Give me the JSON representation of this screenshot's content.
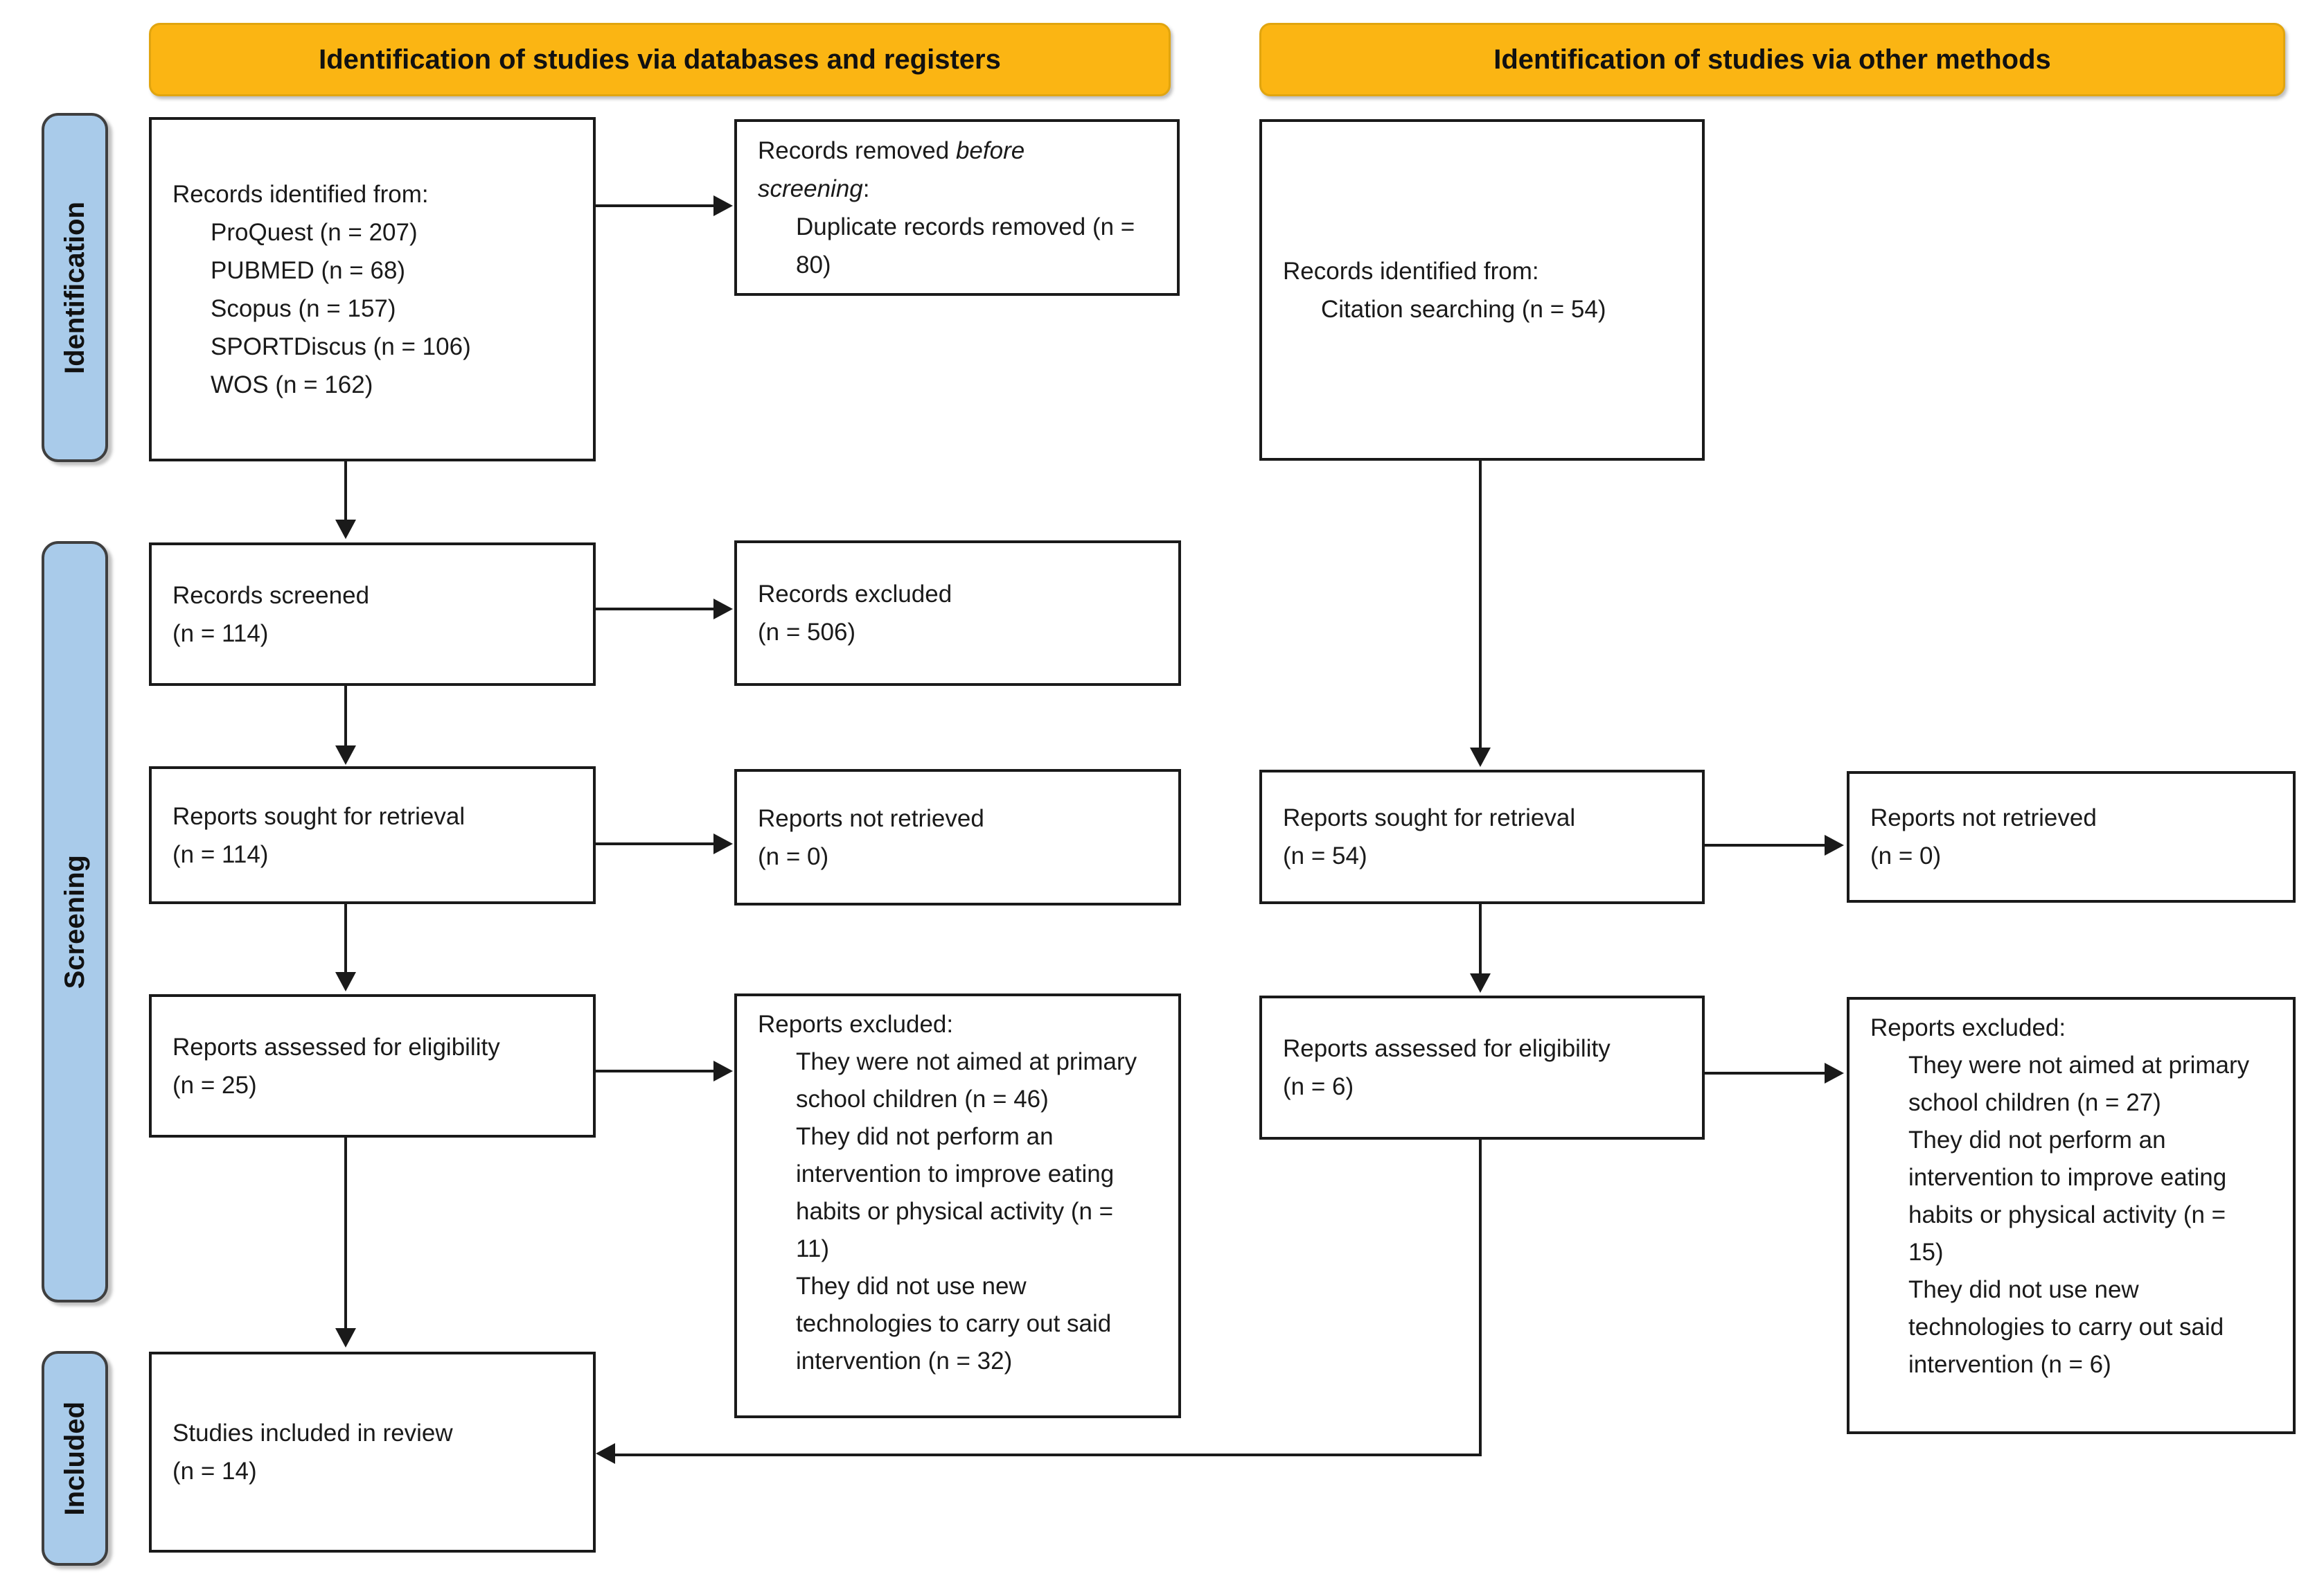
{
  "headers": [
    {
      "label": "Identification of studies via databases and registers"
    },
    {
      "label": "Identification of studies via other methods"
    }
  ],
  "stages": [
    {
      "label": "Identification"
    },
    {
      "label": "Screening"
    },
    {
      "label": "Included"
    }
  ],
  "colors": {
    "header_bg": "#FBB513",
    "header_border": "#E1A50F",
    "stage_bg": "#A9CBEA",
    "stage_border": "#3F3F3F",
    "box_bg": "#FFFFFF",
    "box_border": "#1A1A1A",
    "arrow": "#1A1A1A",
    "text": "#111111"
  },
  "boxes": {
    "identified": {
      "title": "Records identified from:",
      "items": [
        "ProQuest (n = 207)",
        "PUBMED (n = 68)",
        "Scopus (n = 157)",
        "SPORTDiscus (n = 106)",
        "WOS (n = 162)"
      ]
    },
    "removed": {
      "prefix": "Records removed ",
      "italic": "before screening",
      "suffix": ":",
      "items": [
        "Duplicate records removed (n = 80)"
      ]
    },
    "citation": {
      "title": "Records identified from:",
      "items": [
        "Citation searching (n = 54)"
      ]
    },
    "screened": {
      "label": "Records screened",
      "n": "(n = 114)"
    },
    "records_excluded": {
      "label": "Records excluded",
      "n": "(n = 506)"
    },
    "sought_db": {
      "label": "Reports sought for retrieval",
      "n": "(n = 114)"
    },
    "not_retrieved_db": {
      "label": "Reports not retrieved",
      "n": "(n = 0)"
    },
    "sought_other": {
      "label": "Reports sought for retrieval",
      "n": "(n = 54)"
    },
    "not_retrieved_other": {
      "label": "Reports not retrieved",
      "n": "(n = 0)"
    },
    "assessed_db": {
      "label": "Reports assessed for eligibility",
      "n": "(n = 25)"
    },
    "excluded_db": {
      "title": "Reports excluded:",
      "reasons": [
        "They were not aimed at primary school children (n = 46)",
        "They did not perform an intervention to improve eating habits or physical activity (n = 11)",
        "They did not use new technologies to carry out said intervention (n = 32)"
      ]
    },
    "assessed_other": {
      "label": "Reports assessed for eligibility",
      "n": "(n = 6)"
    },
    "excluded_other": {
      "title": "Reports excluded:",
      "reasons": [
        "They were not aimed at primary school children (n = 27)",
        "They did not perform an intervention to improve eating habits or physical activity (n = 15)",
        "They did not use new technologies to carry out said intervention (n = 6)"
      ]
    },
    "included": {
      "label": "Studies included in review",
      "n": "(n = 14)"
    }
  }
}
